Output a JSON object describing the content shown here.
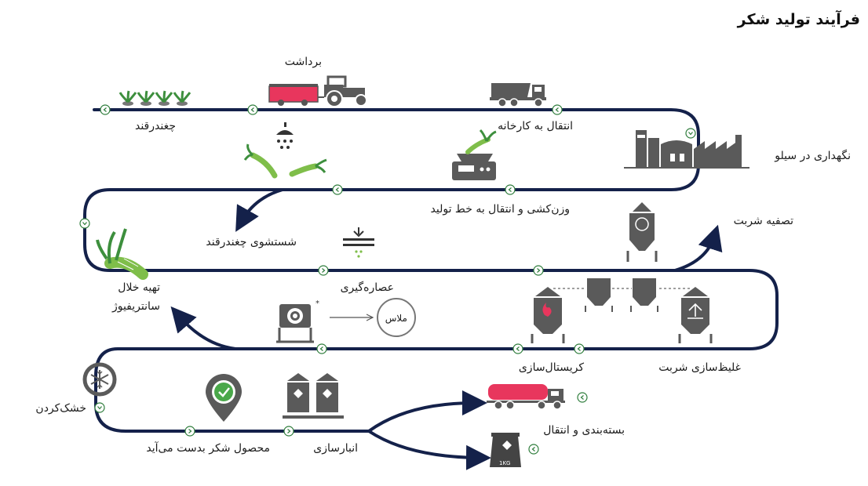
{
  "title": "فرآیند تولید شکر",
  "colors": {
    "path": "#14214a",
    "node": "#2f7d3c",
    "icon": "#5a5a5a",
    "accent_red": "#e8365d",
    "leaf_green": "#3d8f3d",
    "check_green": "#4aa84a"
  },
  "steps": {
    "beet": "چغندرقند",
    "harvest": "برداشت",
    "transfer_factory": "انتقال به کارخانه",
    "silo": "نگهداری در سیلو",
    "weigh": "وزن‌کشی و انتقال به خط تولید",
    "wash": "شستشوی چغندرقند",
    "slices": "تهیه خلال",
    "press": "عصاره‌گیری",
    "purify": "تصفیه شربت",
    "concentrate": "غلیظ‌سازی شربت",
    "crystallize": "کریستال‌سازی",
    "centrifuge": "سانتریفیوژ",
    "molasses": "ملاس",
    "dry": "خشک‌کردن",
    "product": "محصول شکر بدست می‌آید",
    "storage": "انبارسازی",
    "packing": "بسته‌بندی و انتقال"
  },
  "bag_label": "1KG",
  "icons": [
    "sugar-beet-row-icon",
    "tractor-trailer-icon",
    "dump-truck-icon",
    "factory-icon",
    "scale-icon",
    "shower-icon",
    "washing-beets-icon",
    "beet-icon",
    "press-icon",
    "silo-tank-icon",
    "evaporator-tank-icon",
    "crystallizer-icon",
    "centrifuge-icon",
    "dryer-icon",
    "location-check-icon",
    "storage-silos-icon",
    "tanker-truck-icon",
    "sugar-bag-icon"
  ]
}
